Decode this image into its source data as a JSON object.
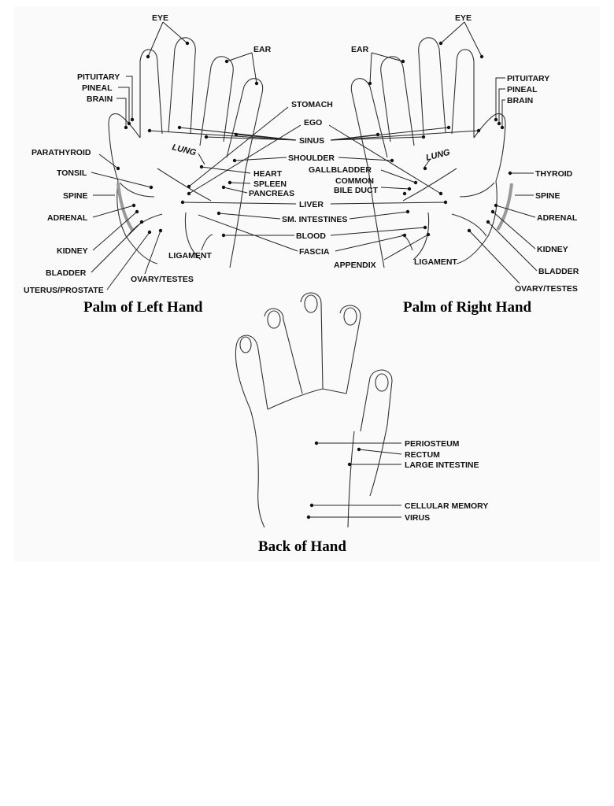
{
  "left_palm": {
    "caption": "Palm of Left Hand",
    "labels": {
      "eye": "EYE",
      "ear": "EAR",
      "pituitary": "PITUITARY",
      "pineal": "PINEAL",
      "brain": "BRAIN",
      "parathyroid": "PARATHYROID",
      "tonsil": "TONSIL",
      "spine": "SPINE",
      "adrenal": "ADRENAL",
      "kidney": "KIDNEY",
      "bladder": "BLADDER",
      "uterus_prostate": "UTERUS/PROSTATE",
      "ovary_testes": "OVARY/TESTES",
      "ligament": "LIGAMENT",
      "lung": "LUNG",
      "heart": "HEART",
      "spleen": "SPLEEN",
      "pancreas": "PANCREAS"
    }
  },
  "center": {
    "stomach": "STOMACH",
    "ego": "EGO",
    "sinus": "SINUS",
    "shoulder": "SHOULDER",
    "liver": "LIVER",
    "sm_intestines": "SM. INTESTINES",
    "blood": "BLOOD",
    "fascia": "FASCIA"
  },
  "right_palm": {
    "caption": "Palm of Right Hand",
    "labels": {
      "eye": "EYE",
      "ear": "EAR",
      "pituitary": "PITUITARY",
      "pineal": "PINEAL",
      "brain": "BRAIN",
      "thyroid": "THYROID",
      "spine": "SPINE",
      "adrenal": "ADRENAL",
      "kidney": "KIDNEY",
      "bladder": "BLADDER",
      "ovary_testes": "OVARY/TESTES",
      "ligament": "LIGAMENT",
      "appendix": "APPENDIX",
      "lung": "LUNG",
      "gallbladder": "GALLBLADDER",
      "common": "COMMON",
      "bile_duct": "BILE DUCT"
    }
  },
  "back_of_hand": {
    "caption": "Back of Hand",
    "labels": {
      "periosteum": "PERIOSTEUM",
      "rectum": "RECTUM",
      "large_intestine": "LARGE INTESTINE",
      "cellular_memory": "CELLULAR MEMORY",
      "virus": "VIRUS"
    }
  }
}
